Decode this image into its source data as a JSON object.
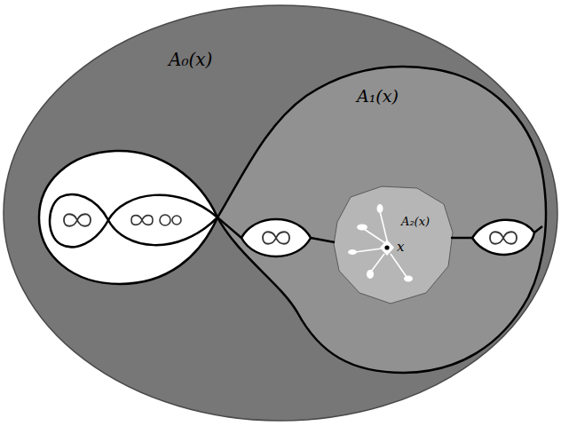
{
  "diagram": {
    "nodes": [
      {
        "text": [
          "A₀(x)"
        ]
      },
      {
        "text": [
          "A₁(x)"
        ],
        "in": 0
      },
      {
        "text": [
          "A₂(x)",
          "x"
        ],
        "in": 1
      }
    ]
  }
}
